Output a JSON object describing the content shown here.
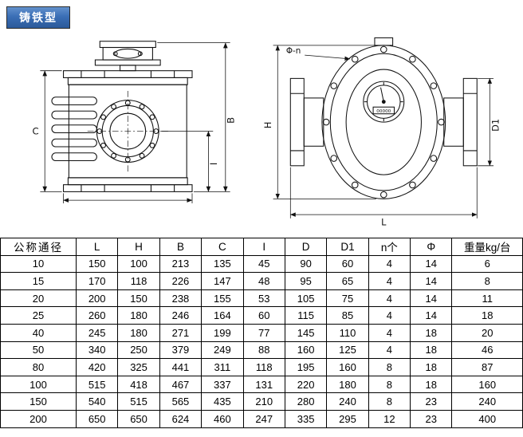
{
  "header": {
    "badge_label": "铸铁型",
    "badge_color": "#3a6eb5"
  },
  "drawings": {
    "front_view": {
      "labels": {
        "c": "C",
        "b": "B",
        "i": "I"
      }
    },
    "side_view": {
      "labels": {
        "phi_n": "Φ-n",
        "h": "H",
        "d1": "D1",
        "l": "L"
      },
      "dial_counter": "00000"
    }
  },
  "table": {
    "headers": [
      "公称通径",
      "L",
      "H",
      "B",
      "C",
      "I",
      "D",
      "D1",
      "n个",
      "Φ",
      "重量kg/台"
    ],
    "rows": [
      [
        "10",
        "150",
        "100",
        "213",
        "135",
        "45",
        "90",
        "60",
        "4",
        "14",
        "6"
      ],
      [
        "15",
        "170",
        "118",
        "226",
        "147",
        "48",
        "95",
        "65",
        "4",
        "14",
        "8"
      ],
      [
        "20",
        "200",
        "150",
        "238",
        "155",
        "53",
        "105",
        "75",
        "4",
        "14",
        "11"
      ],
      [
        "25",
        "260",
        "180",
        "246",
        "164",
        "60",
        "115",
        "85",
        "4",
        "14",
        "18"
      ],
      [
        "40",
        "245",
        "180",
        "271",
        "199",
        "77",
        "145",
        "110",
        "4",
        "18",
        "20"
      ],
      [
        "50",
        "340",
        "250",
        "379",
        "249",
        "88",
        "160",
        "125",
        "4",
        "18",
        "46"
      ],
      [
        "80",
        "420",
        "325",
        "441",
        "311",
        "118",
        "195",
        "160",
        "8",
        "18",
        "87"
      ],
      [
        "100",
        "515",
        "418",
        "467",
        "337",
        "131",
        "220",
        "180",
        "8",
        "18",
        "160"
      ],
      [
        "150",
        "540",
        "515",
        "565",
        "435",
        "210",
        "280",
        "240",
        "8",
        "23",
        "240"
      ],
      [
        "200",
        "650",
        "650",
        "624",
        "460",
        "247",
        "335",
        "295",
        "12",
        "23",
        "400"
      ]
    ]
  }
}
